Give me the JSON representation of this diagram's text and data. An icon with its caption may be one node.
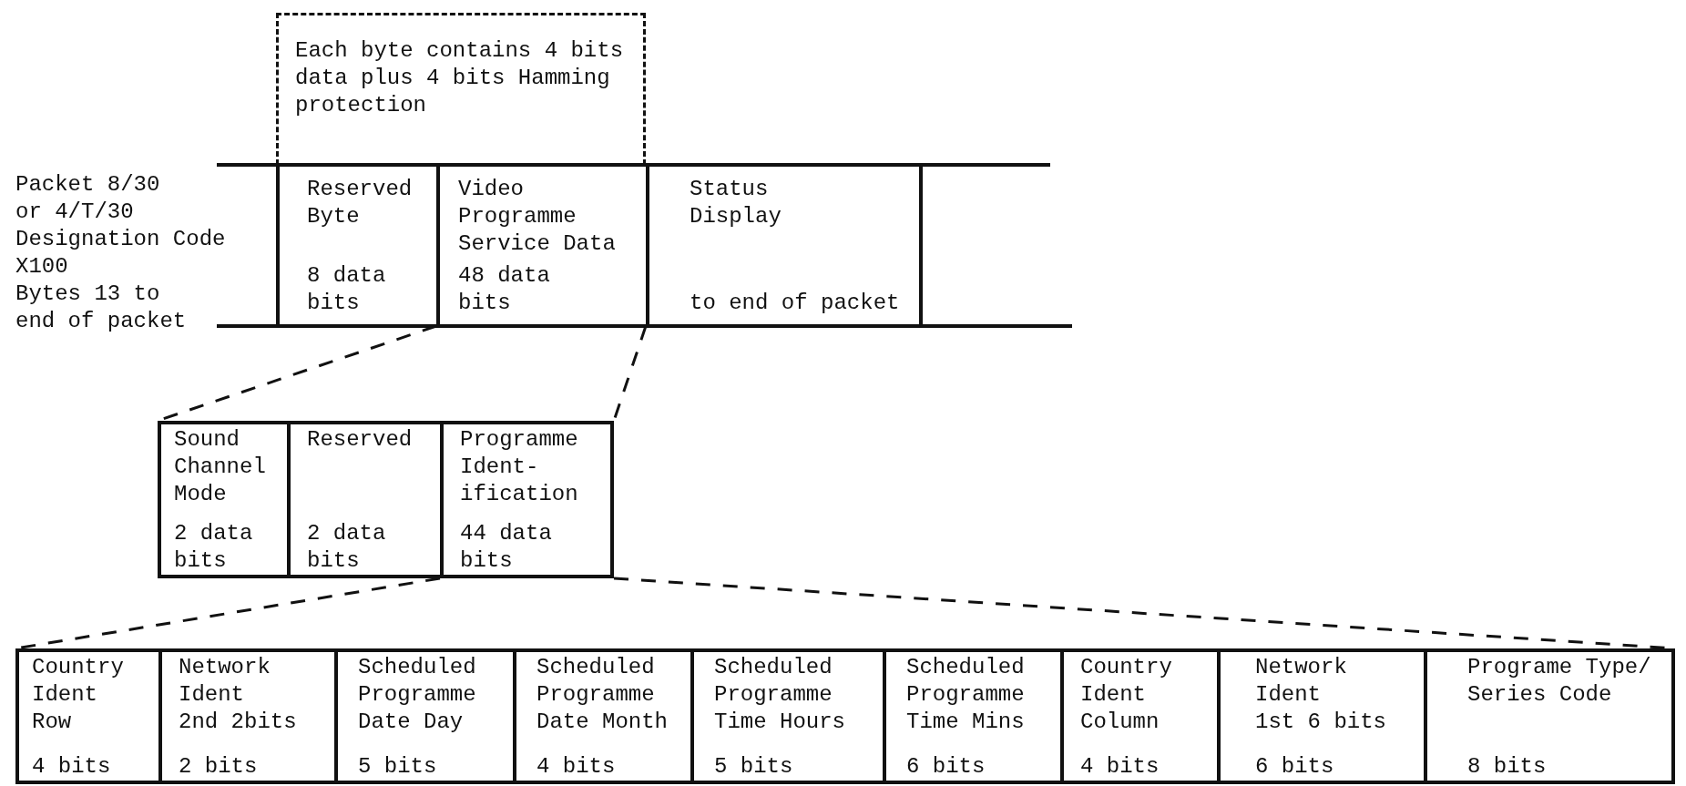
{
  "diagram": {
    "nodes": [
      {
        "text": [
          "Each byte contains 4 bits data plus 4 bits Hamming protection"
        ]
      },
      {
        "text": [
          "Reserved Byte",
          "8 data bits"
        ]
      },
      {
        "text": [
          "Video Programme Service Data",
          "48 data bits"
        ]
      },
      {
        "text": [
          "Status Display",
          "to end of packet"
        ]
      },
      {
        "text": [],
        "shape": "box"
      },
      {
        "text": [
          "Sound Channel Mode",
          "2 data bits"
        ],
        "in": 4
      },
      {
        "text": [
          "Reserved",
          "2 data bits"
        ],
        "in": 4
      },
      {
        "text": [
          "Programme Ident- ification",
          "44 data bits"
        ],
        "in": 4
      },
      {
        "text": [],
        "shape": "box"
      },
      {
        "text": [
          "Country Ident Row",
          "4 bits"
        ],
        "in": 8
      },
      {
        "text": [
          "Network Ident",
          "2nd 2bits",
          "2 bits"
        ],
        "in": 8
      },
      {
        "text": [
          "Scheduled Programme Date Day",
          "5 bits"
        ],
        "in": 8
      },
      {
        "text": [
          "Scheduled Programme Date Month",
          "4 bits"
        ],
        "in": 8
      },
      {
        "text": [
          "Scheduled Programme Time Hours",
          "5 bits"
        ],
        "in": 8
      },
      {
        "text": [
          "Scheduled Programme Time Mins",
          "6 bits"
        ],
        "in": 8
      },
      {
        "text": [
          "Country Ident Column",
          "4 bits"
        ],
        "in": 8
      },
      {
        "text": [
          "Network Ident",
          "1st 6 bits",
          "6 bits"
        ],
        "in": 8
      },
      {
        "text": [
          "Programe Type/ Series Code",
          "8 bits"
        ],
        "in": 8
      }
    ],
    "edges": [
      {
        "from": 2,
        "to": 4,
        "arrow": "none",
        "style": "dashed"
      },
      {
        "from": 2,
        "to": 4,
        "arrow": "none",
        "style": "dashed"
      },
      {
        "from": 7,
        "to": 8,
        "arrow": "none",
        "style": "dashed"
      },
      {
        "from": 7,
        "to": 8,
        "arrow": "none",
        "style": "dashed"
      }
    ],
    "labels": [
      "Packet 8/30",
      "or 4/T/30",
      "Designation Code",
      "X100",
      "Bytes 13 to end of packet"
    ]
  }
}
